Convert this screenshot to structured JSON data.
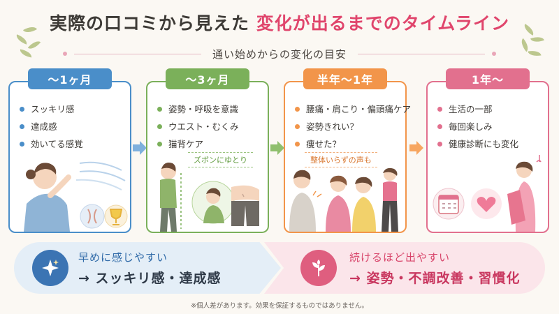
{
  "title": {
    "part1": "実際の口コミから見えた",
    "part2": "変化が出るまでのタイムライン"
  },
  "subtitle": "通い始めからの変化の目安",
  "stages": [
    {
      "label": "〜1ヶ月",
      "color": "#4a8ec9",
      "items": [
        "スッキリ感",
        "達成感",
        "効いてる感覚"
      ]
    },
    {
      "label": "〜3ヶ月",
      "color": "#7bb05a",
      "items": [
        "姿勢・呼吸を意識",
        "ウエスト・むくみ",
        "猫背ケア"
      ],
      "tag": "ズボンにゆとり"
    },
    {
      "label": "半年〜1年",
      "color": "#f2954a",
      "items": [
        "腰痛・肩こり・偏頭痛ケア",
        "姿勢きれい？",
        "痩せた？"
      ],
      "tag": "整体いらずの声も"
    },
    {
      "label": "1年〜",
      "color": "#e2708e",
      "items": [
        "生活の一部",
        "毎回楽しみ",
        "健康診断にも変化"
      ]
    }
  ],
  "summary": {
    "left_title": "早めに感じやすい",
    "left_main": "→ スッキリ感・達成感",
    "right_title": "続けるほど出やすい",
    "right_main": "→ 姿勢・不調改善・習慣化"
  },
  "footer": "※個人差があります。効果を保証するものではありません。"
}
